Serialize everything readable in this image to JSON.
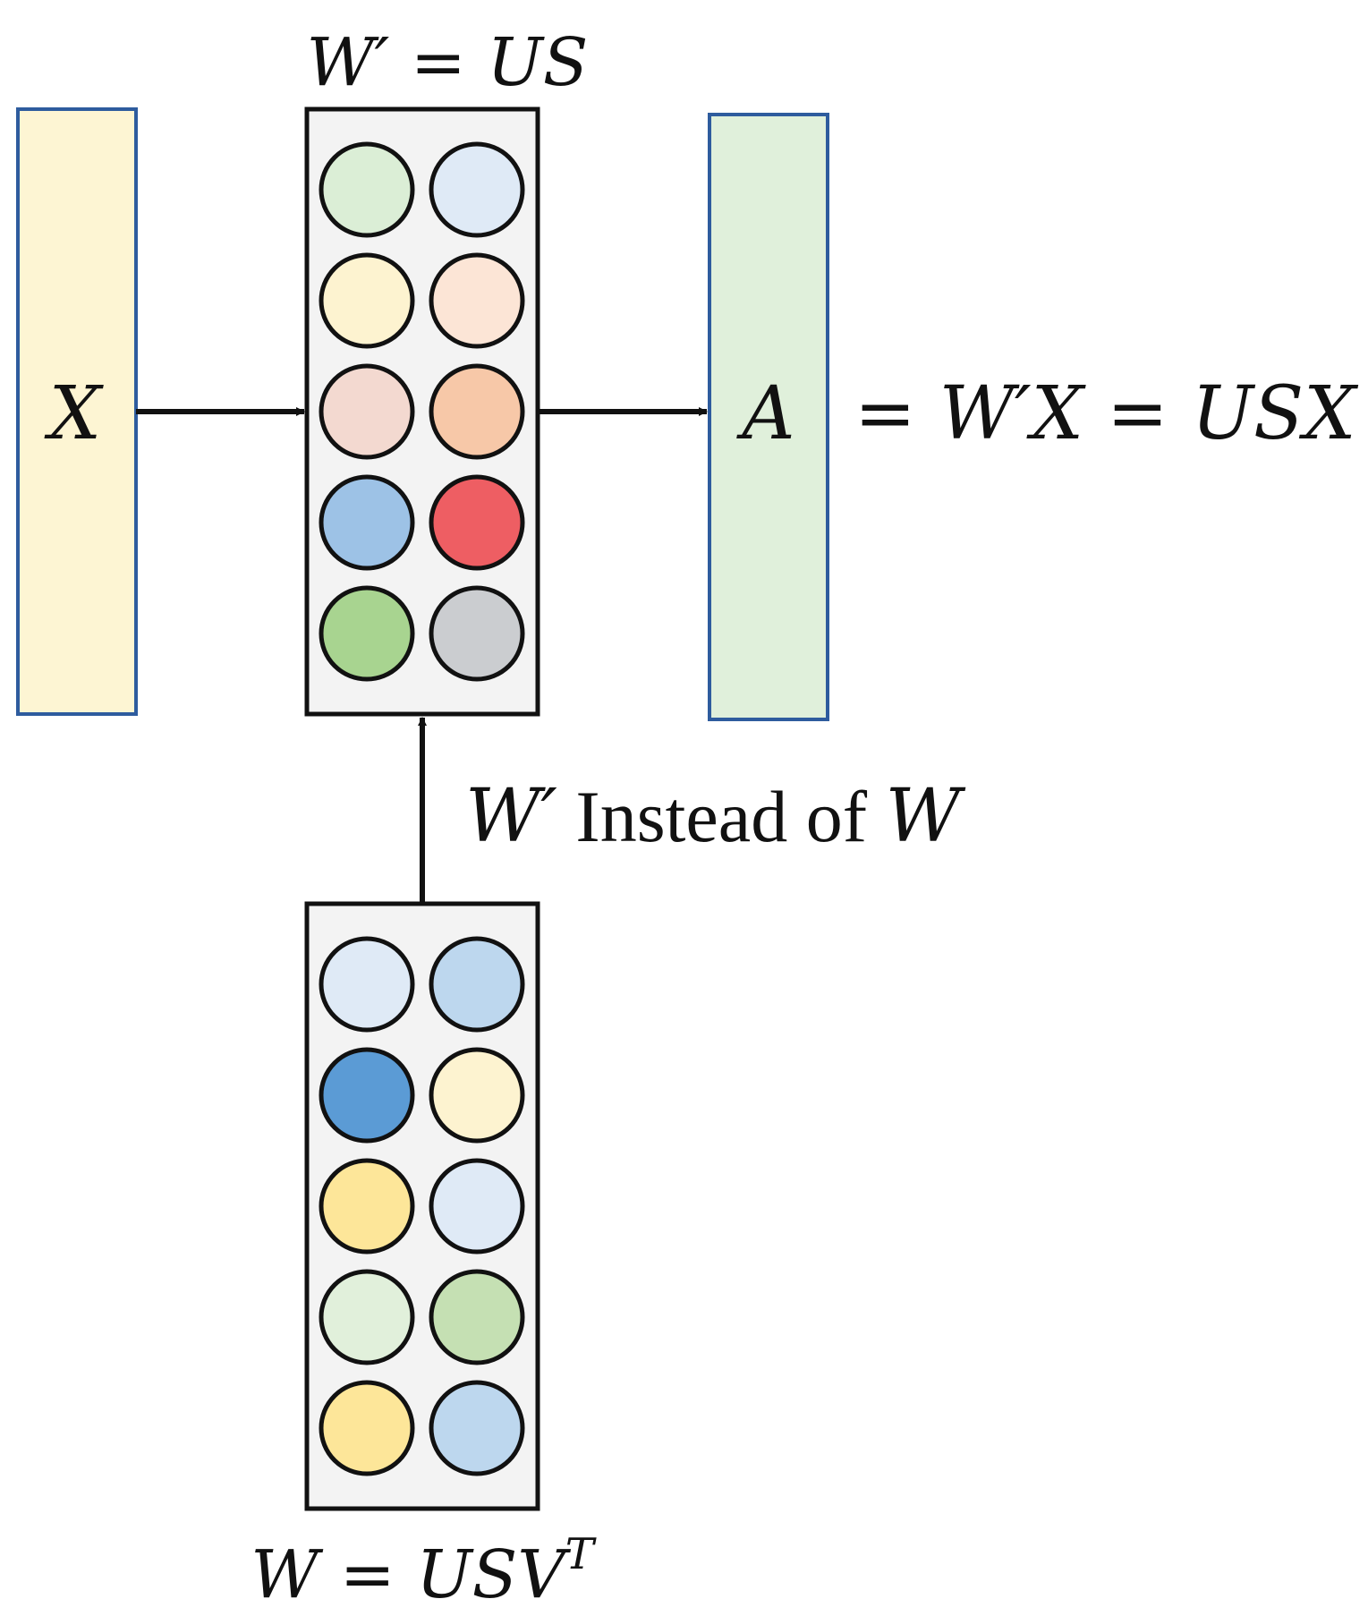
{
  "labels": {
    "w_prime_title": "W′ = US",
    "w_title": "W = USV",
    "w_title_sup": "T",
    "x_label": "X",
    "a_label": "A",
    "a_equation": "= W′X = USX",
    "arrow_label_w_prime": "W′",
    "arrow_label_text": " Instead of ",
    "arrow_label_w": "W"
  },
  "colors": {
    "x_fill": "#fdf5d3",
    "a_fill": "#e0f0db",
    "box_border_blue": "#2e5c9e",
    "matrix_fill": "#f3f3f3"
  },
  "matrices": {
    "w_prime": {
      "cells": [
        [
          "#dbeed6",
          "#dfeaf6"
        ],
        [
          "#fdf3d0",
          "#fce5d6"
        ],
        [
          "#f3d9d0",
          "#f7c8a8"
        ],
        [
          "#9dc2e6",
          "#ee5e63"
        ],
        [
          "#a8d490",
          "#cbcdd0"
        ]
      ]
    },
    "w": {
      "cells": [
        [
          "#dfeaf6",
          "#bdd7ee"
        ],
        [
          "#5b9bd5",
          "#fdf3d0"
        ],
        [
          "#fde699",
          "#dfeaf6"
        ],
        [
          "#e1f0db",
          "#c5e0b3"
        ],
        [
          "#fde699",
          "#bdd7ee"
        ]
      ]
    }
  }
}
